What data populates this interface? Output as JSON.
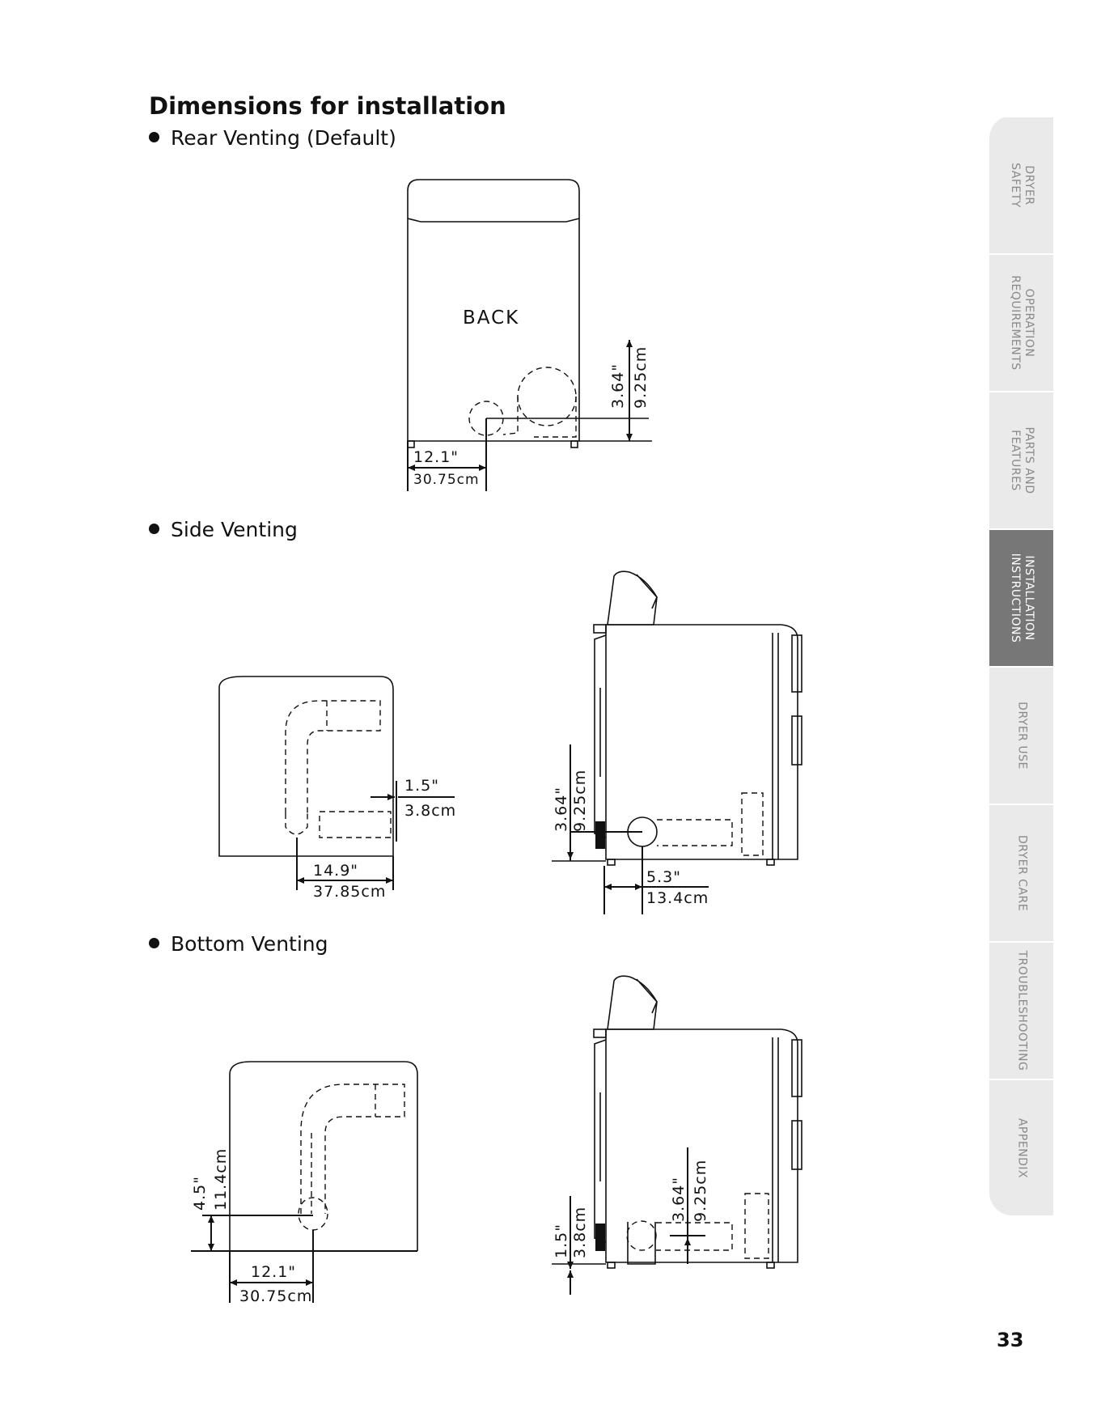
{
  "heading": "Dimensions for installation",
  "sections": {
    "rear": {
      "title": "Rear Venting (Default)",
      "back_label": "BACK",
      "height_in": "3.64\"",
      "height_cm": "9.25cm",
      "width_in": "12.1\"",
      "width_cm": "30.75cm"
    },
    "side": {
      "title": "Side Venting",
      "depth_in": "1.5\"",
      "depth_cm": "3.8cm",
      "width_in": "14.9\"",
      "width_cm": "37.85cm",
      "height_in": "3.64\"",
      "height_cm": "9.25cm",
      "offset_in": "5.3\"",
      "offset_cm": "13.4cm"
    },
    "bottom": {
      "title": "Bottom Venting",
      "height_in": "4.5\"",
      "height_cm": "11.4cm",
      "width_in": "12.1\"",
      "width_cm": "30.75cm",
      "low_in": "1.5\"",
      "low_cm": "3.8cm",
      "high_in": "3.64\"",
      "high_cm": "9.25cm"
    }
  },
  "tabs": [
    {
      "label": "DRYER\nSAFETY",
      "active": false
    },
    {
      "label": "OPERATION\nREQUIREMENTS",
      "active": false
    },
    {
      "label": "PARTS AND\nFEATURES",
      "active": false
    },
    {
      "label": "INSTALLATION\nINSTRUCTIONS",
      "active": true
    },
    {
      "label": "DRYER USE",
      "active": false
    },
    {
      "label": "DRYER CARE",
      "active": false
    },
    {
      "label": "TROUBLESHOOTING",
      "active": false
    },
    {
      "label": "APPENDIX",
      "active": false
    }
  ],
  "page_number": "33"
}
